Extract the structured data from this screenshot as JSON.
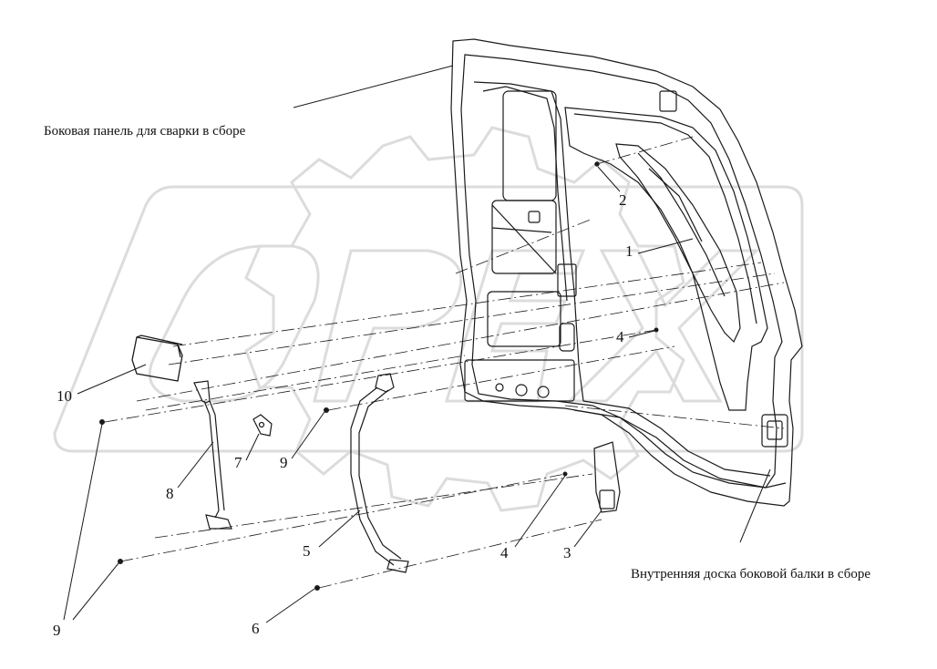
{
  "labels": {
    "side_panel": "Боковая панель для сварки в сборе",
    "inner_beam": "Внутренняя доска боковой балки в сборе"
  },
  "callouts": [
    "1",
    "2",
    "3",
    "4",
    "4",
    "5",
    "6",
    "7",
    "8",
    "9",
    "9",
    "10"
  ],
  "watermark": {
    "text": "OPEX",
    "color": "#d9d9d9"
  },
  "colors": {
    "line": "#1a1a1a",
    "watermark": "#dcdcdc"
  }
}
